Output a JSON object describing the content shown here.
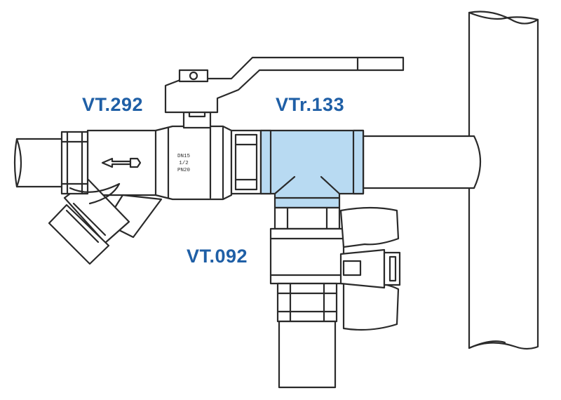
{
  "labels": {
    "strainer_valve": "VT.292",
    "tee": "VTr.133",
    "drain_valve": "VT.092"
  },
  "valve_marking": {
    "line1": "DN15",
    "line2": "1/2",
    "line3": "PN20"
  },
  "colors": {
    "label": "#1f5fa6",
    "tee_fill": "#b8daf2",
    "outline": "#2a2a2a",
    "background": "#ffffff"
  },
  "icons": {
    "flow_direction": "arrow-left-icon"
  }
}
